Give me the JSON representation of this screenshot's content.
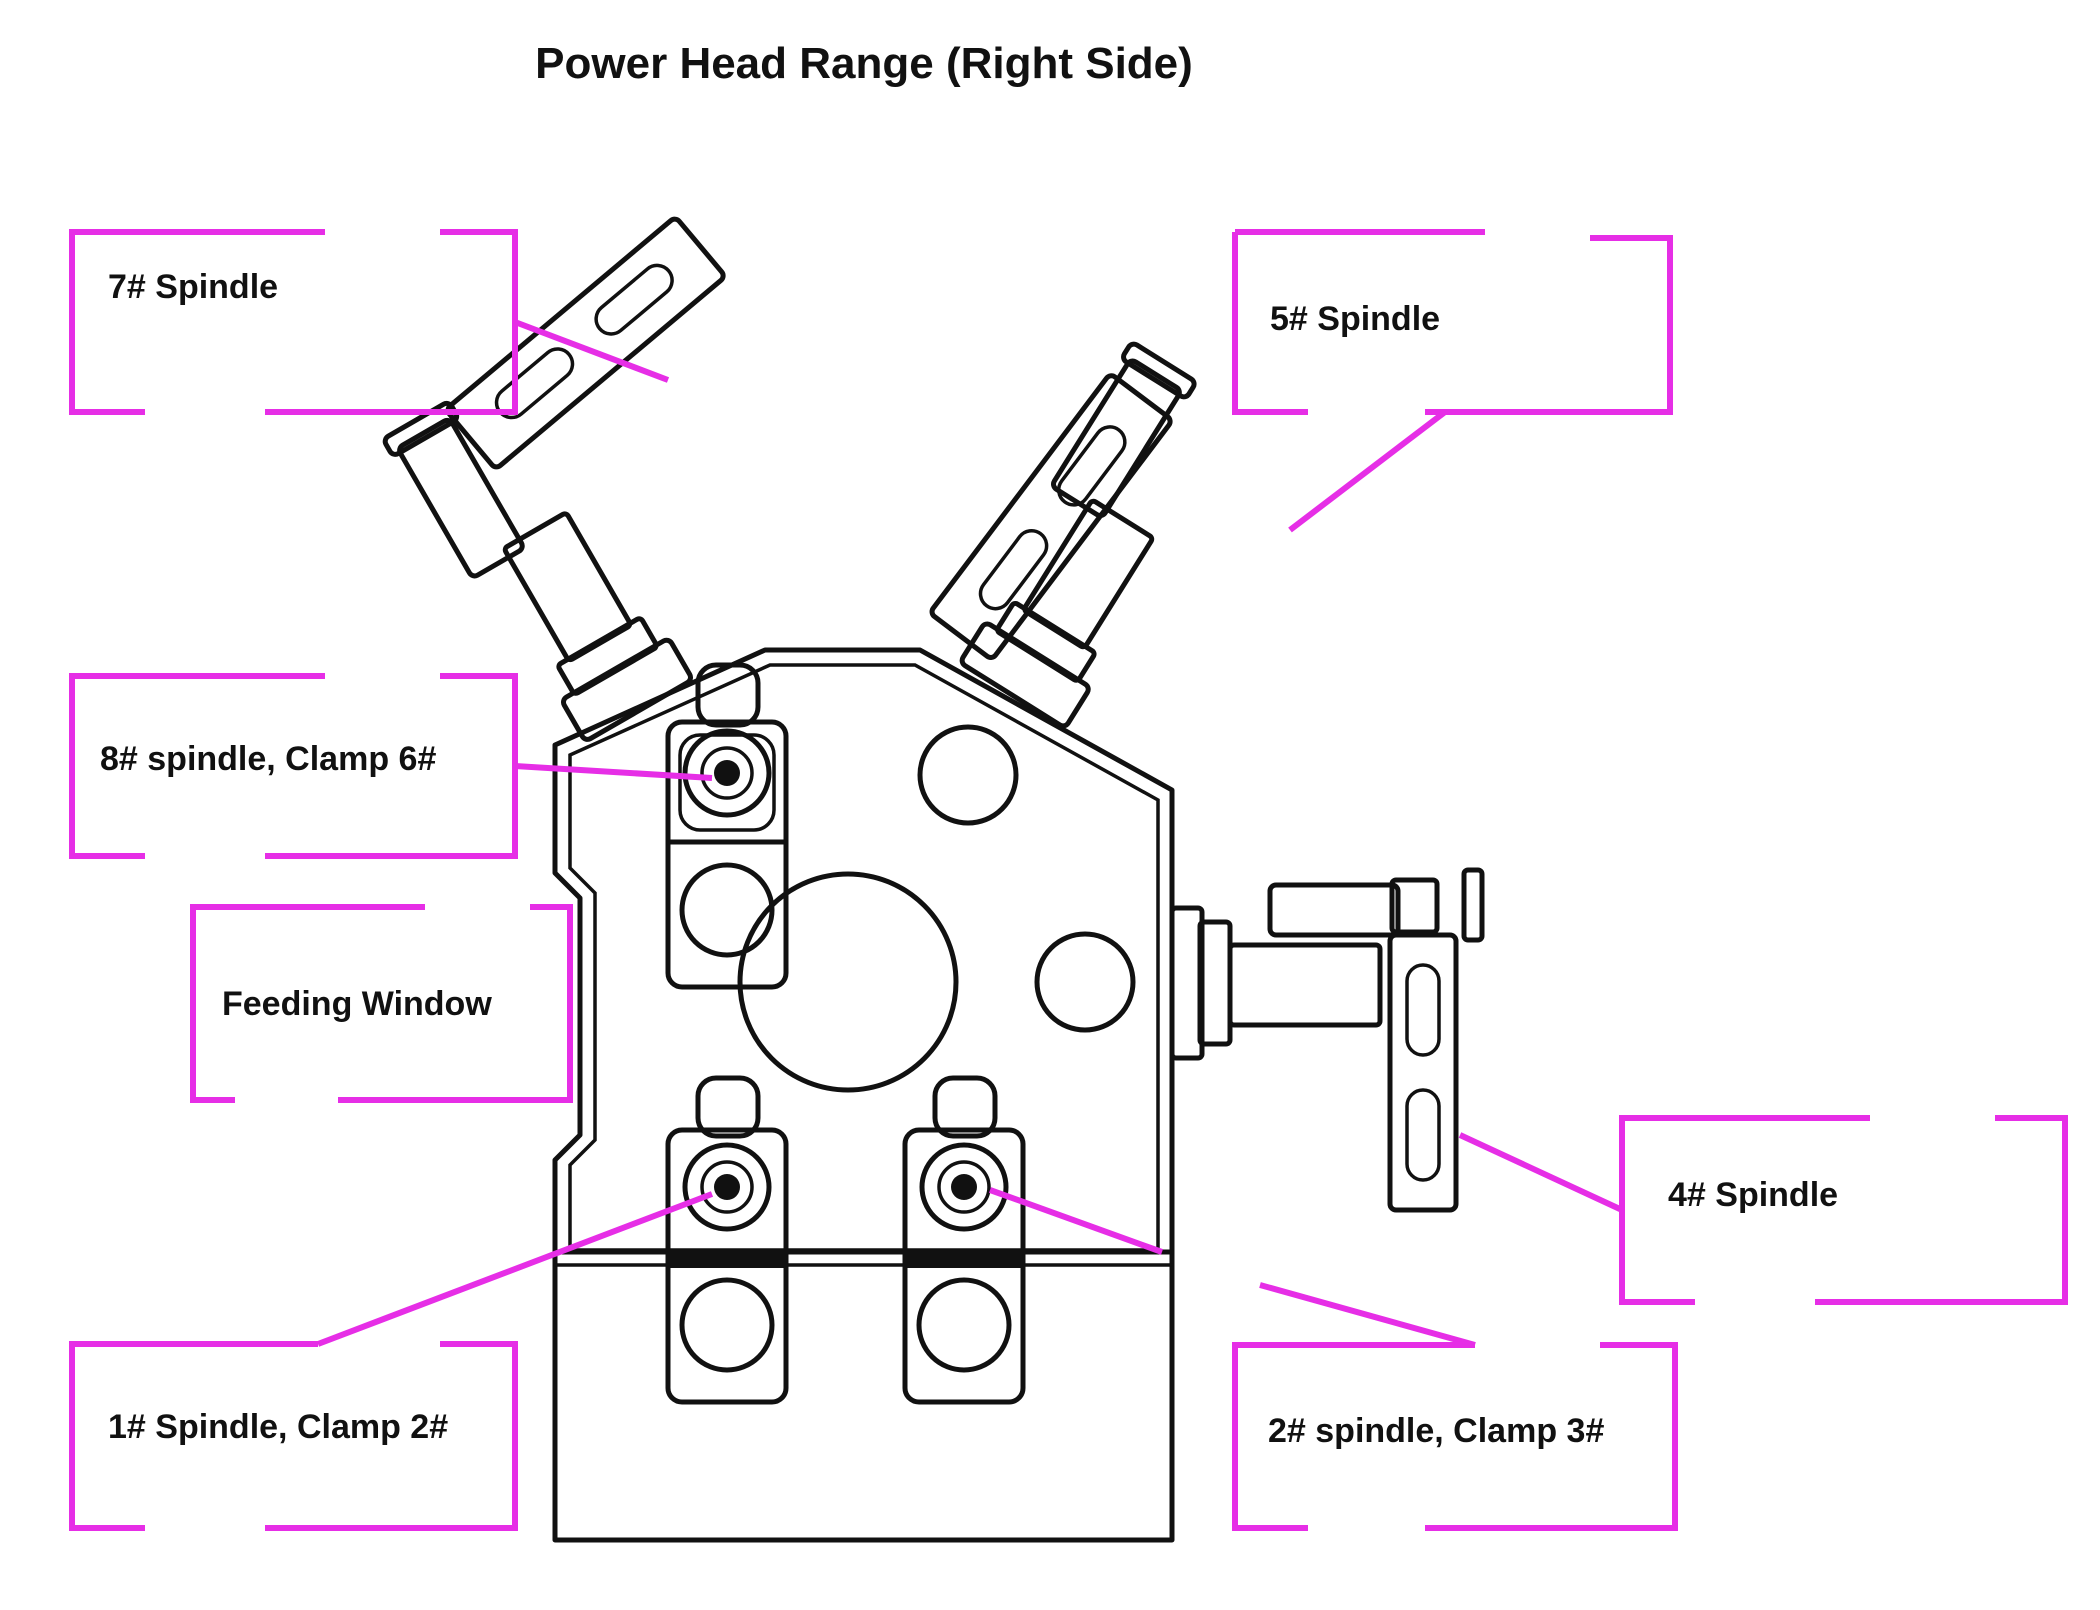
{
  "title": "Power Head Range (Right Side)",
  "callout_color": "#e62ee6",
  "line_color": "#111111",
  "labels": {
    "spindle_7": "7# Spindle",
    "spindle_5": "5# Spindle",
    "spindle_8_clamp_6": "8# spindle, Clamp 6#",
    "feeding_window": "Feeding Window",
    "spindle_4": "4# Spindle",
    "spindle_1_clamp_2": "1# Spindle, Clamp 2#",
    "spindle_2_clamp_3": "2# spindle, Clamp 3#"
  }
}
